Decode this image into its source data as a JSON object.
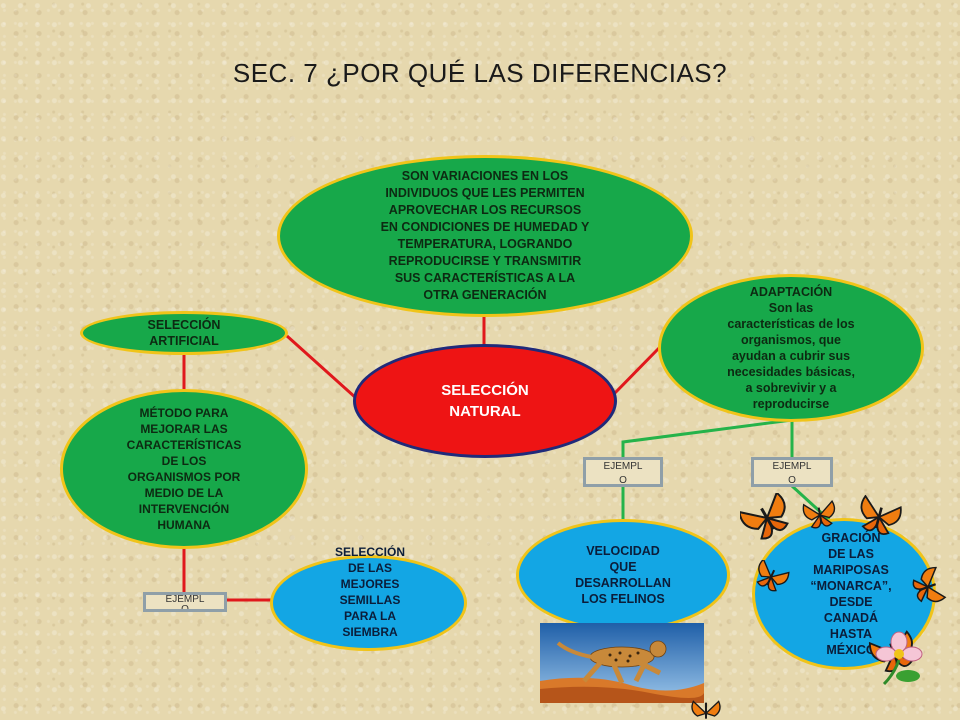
{
  "title": "SEC. 7  ¿POR QUÉ LAS DIFERENCIAS?",
  "nodes": {
    "variaciones": "SON VARIACIONES EN LOS\nINDIVIDUOS QUE LES PERMITEN\nAPROVECHAR LOS RECURSOS\nEN CONDICIONES DE HUMEDAD Y\nTEMPERATURA, LOGRANDO\nREPRODUCIRSE Y TRANSMITIR\nSUS CARACTERÍSTICAS A LA\nOTRA GENERACIÓN",
    "seleccion_natural": "SELECCIÓN\nNATURAL",
    "seleccion_artificial": "SELECCIÓN\nARTIFICIAL",
    "metodo": "MÉTODO PARA\nMEJORAR LAS\nCARACTERÍSTICAS\nDE LOS\nORGANISMOS POR\nMEDIO DE LA\nINTERVENCIÓN\nHUMANA",
    "adaptacion_title": "ADAPTACIÓN",
    "adaptacion_text": "Son las\ncaracterísticas de los\norganismos, que\nayudan a cubrir sus\nnecesidades básicas,\na sobrevivir y a\nreproducirse",
    "semillas": "SELECCIÓN\nDE LAS\nMEJORES\nSEMILLAS\nPARA LA\nSIEMBRA",
    "velocidad": "VELOCIDAD\nQUE\nDESARROLLAN\nLOS FELINOS",
    "migracion": "GRACIÓN\nDE LAS\nMARIPOSAS\n“MONARCA”,\nDESDE\nCANADÁ\nHASTA\nMÉXICO"
  },
  "labels": {
    "ejemplo_left": "EJEMPL\nO",
    "ejemplo_mid": "EJEMPL\nO",
    "ejemplo_right": "EJEMPL\nO"
  },
  "colors": {
    "green_node": "#17a84a",
    "red_node": "#ee1414",
    "blue_node": "#13a6e4",
    "node_border": "#f0c419",
    "red_line": "#e0181c",
    "green_line": "#25b34a"
  }
}
